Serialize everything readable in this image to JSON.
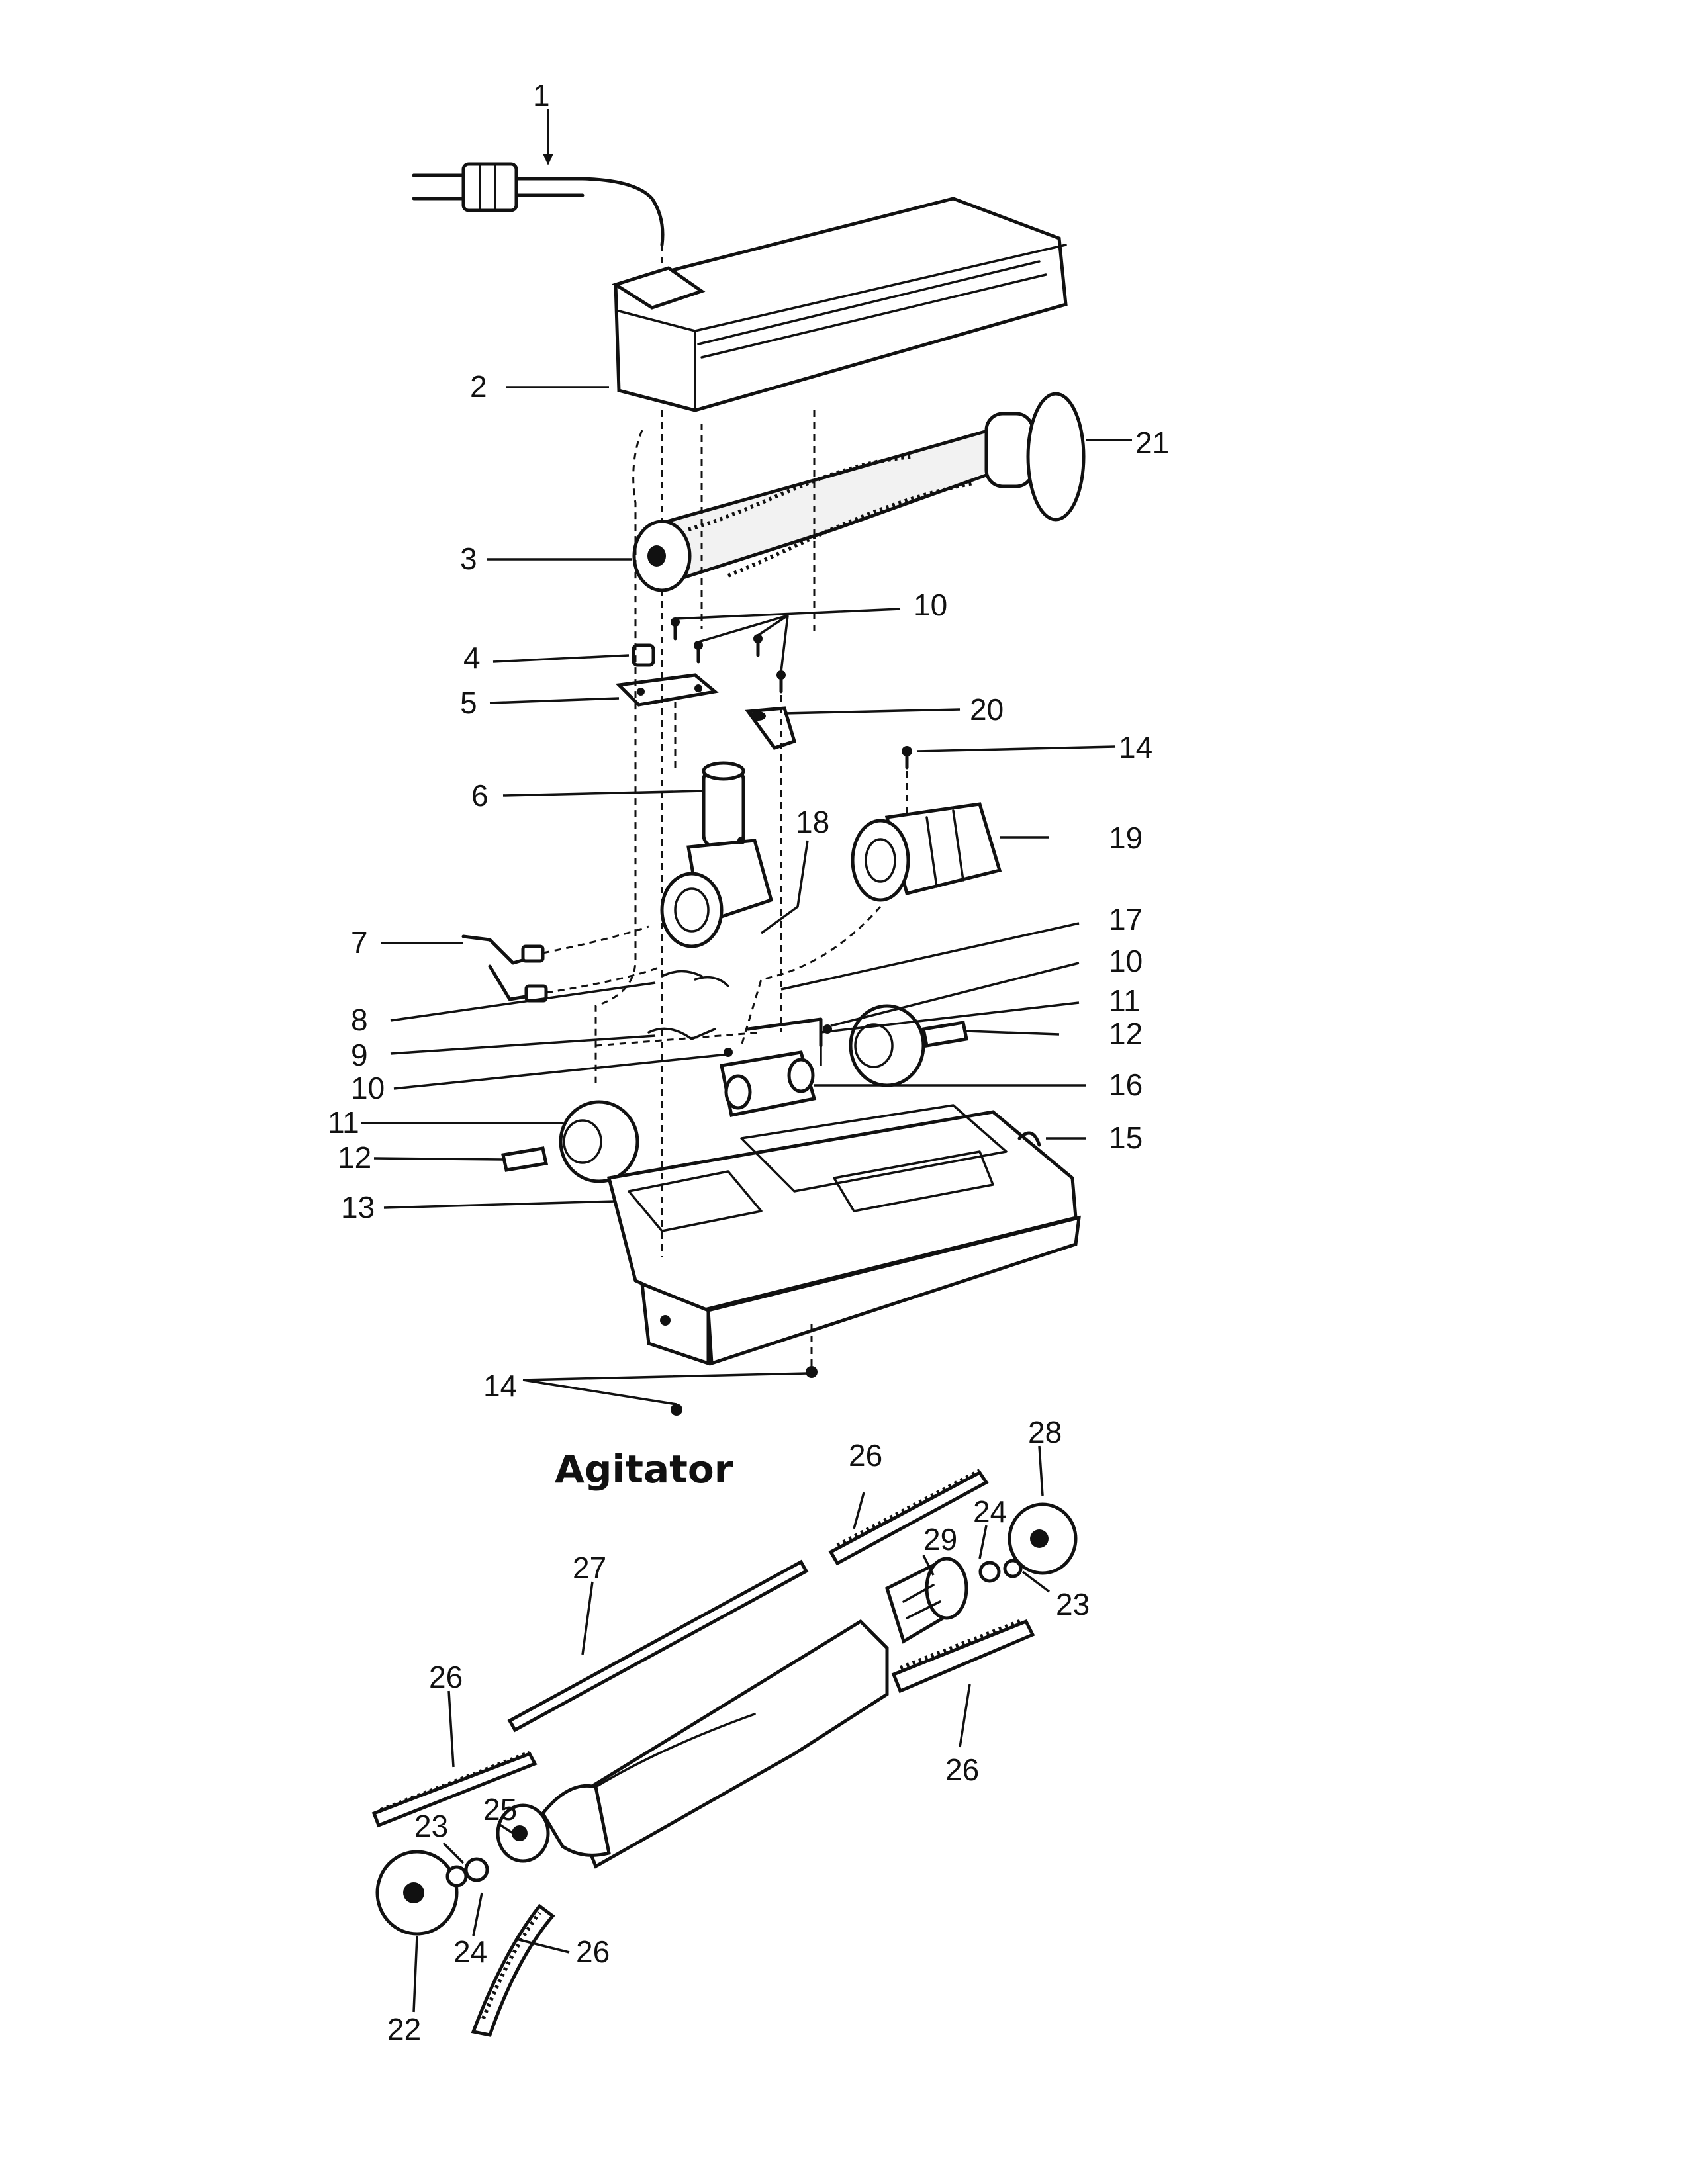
{
  "diagram": {
    "section_title": "Agitator",
    "callouts": {
      "c1": "1",
      "c2": "2",
      "c3": "3",
      "c4": "4",
      "c5": "5",
      "c6": "6",
      "c7": "7",
      "c8": "8",
      "c9": "9",
      "c10a": "10",
      "c10b": "10",
      "c10c": "10",
      "c11a": "11",
      "c11b": "11",
      "c12a": "12",
      "c12b": "12",
      "c13": "13",
      "c14a": "14",
      "c14b": "14",
      "c15": "15",
      "c16": "16",
      "c17": "17",
      "c18": "18",
      "c19": "19",
      "c20": "20",
      "c21": "21",
      "c22": "22",
      "c23a": "23",
      "c23b": "23",
      "c24a": "24",
      "c24b": "24",
      "c25": "25",
      "c26a": "26",
      "c26b": "26",
      "c26c": "26",
      "c26d": "26",
      "c27": "27",
      "c28": "28",
      "c29": "29"
    }
  }
}
